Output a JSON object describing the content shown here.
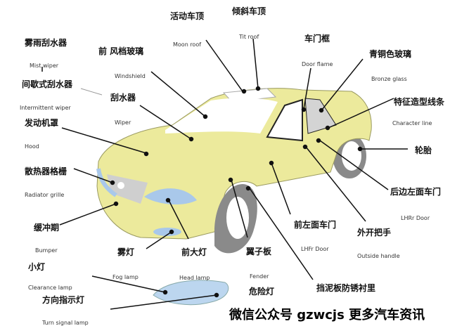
{
  "labels": {
    "moon_roof_zh": "活动车顶",
    "moon_roof_en": "Moon roof",
    "tilt_roof_zh": "倾斜车顶",
    "tilt_roof_en": "Tit roof",
    "door_frame_zh": "车门框",
    "door_frame_en": "Door flame",
    "windshield_zh": "前 风档玻璃",
    "windshield_en": "Windshield",
    "mist_wiper_zh": "雾雨刮水器",
    "mist_wiper_en": "Mist wiper",
    "intermittent_wiper_zh": "间歇式刮水器",
    "intermittent_wiper_en": "Intermittent wiper",
    "wiper_zh": "刮水器",
    "wiper_en": "Wiper",
    "hood_zh": "发动机罩",
    "hood_en": "Hood",
    "bronze_glass_zh": "青铜色玻璃",
    "bronze_glass_en": "Bronze glass",
    "character_line_zh": "特征造型线条",
    "character_line_en": "Character line",
    "tire_zh": "轮胎",
    "radiator_grille_zh": "散热器格栅",
    "radiator_grille_en": "Radiator grille",
    "rear_door_zh": "后边左面车门",
    "rear_door_en": "LHRr Door",
    "bumper_zh": "缓冲期",
    "bumper_en": "Bumper",
    "front_door_zh": "前左面车门",
    "front_door_en": "LHFr Door",
    "outside_handle_zh": "外开把手",
    "outside_handle_en": "Outside handle",
    "fog_lamp_zh": "雾灯",
    "fog_lamp_en": "Fog lamp",
    "head_lamp_zh": "前大灯",
    "head_lamp_en": "Head lamp",
    "fender_zh": "翼子板",
    "fender_en": "Fender",
    "clearance_lamp_zh": "小灯",
    "clearance_lamp_en": "Clearance lamp",
    "turn_signal_zh": "方向指示灯",
    "turn_signal_en": "Turn signal lamp",
    "hazard_lamp_zh": "危险灯",
    "fender_liner_zh": "挡泥板防锈衬里"
  },
  "watermark": "微信公众号 gzwcjs 更多汽车资讯",
  "colors": {
    "body": "#ecea9c",
    "lamp": "#a9c8ea",
    "glass": "#d4d4d4",
    "tire": "#8a8a8a"
  }
}
